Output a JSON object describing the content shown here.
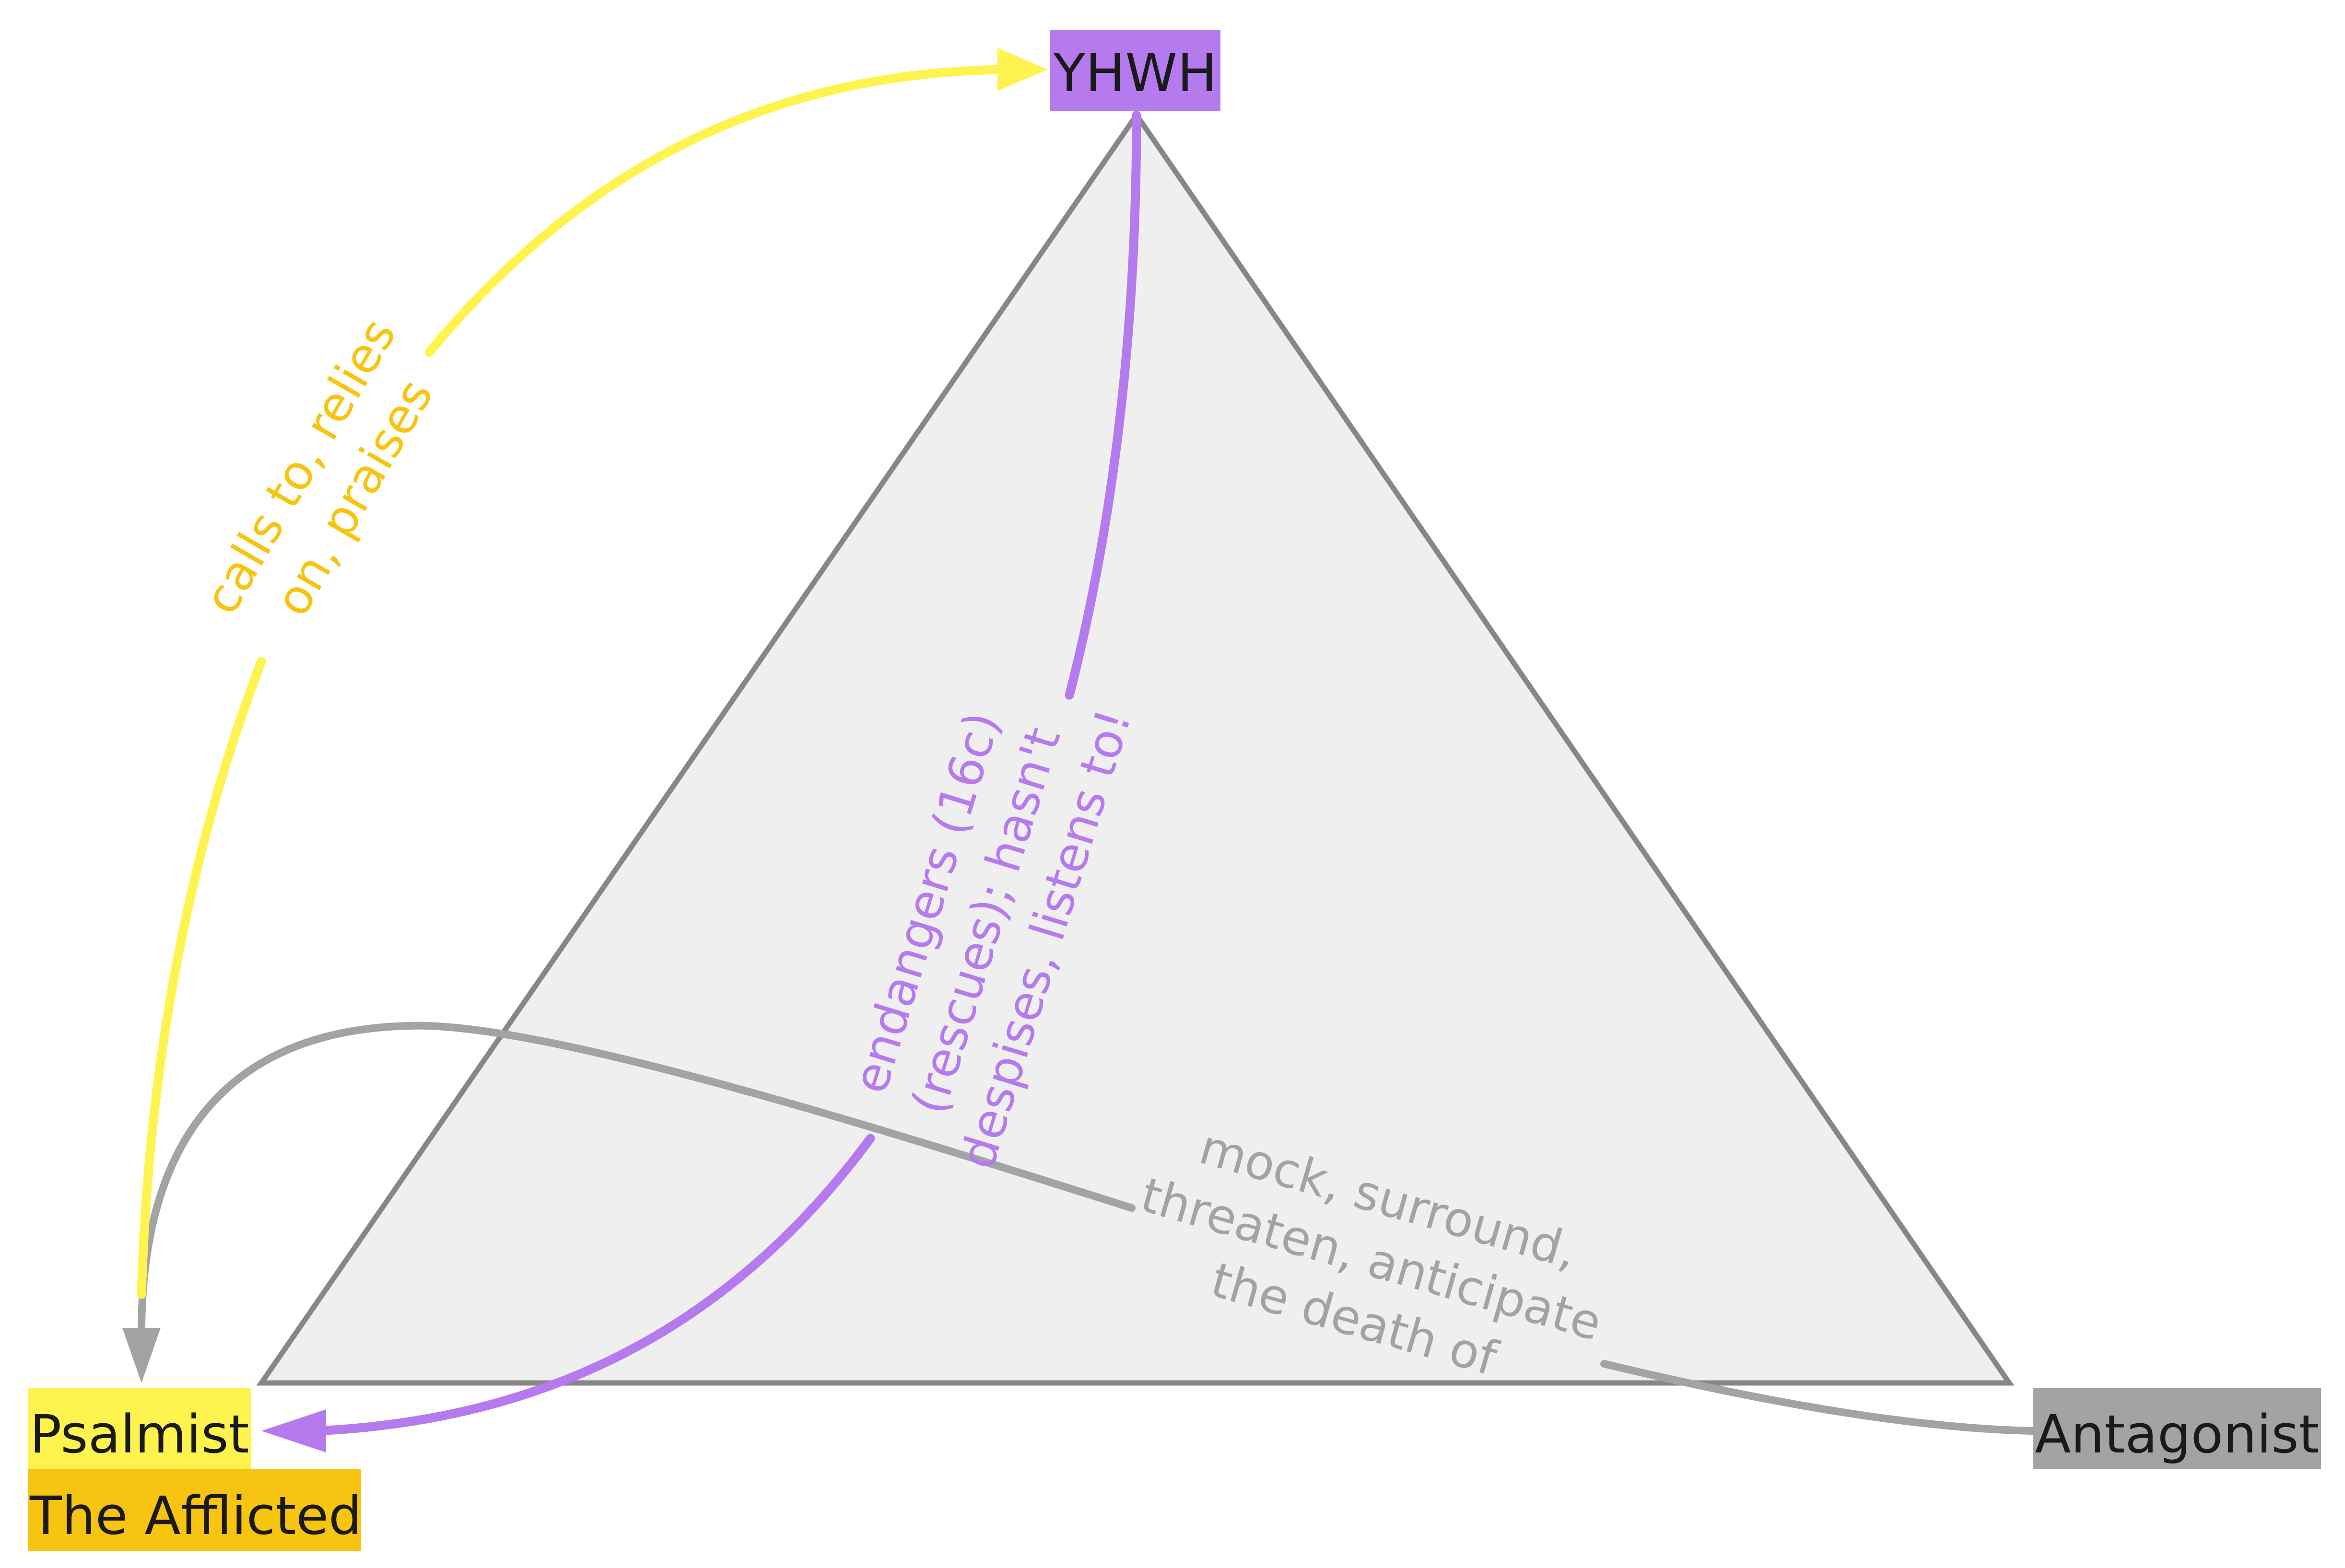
{
  "nodes": {
    "yhwh": {
      "label": "YHWH",
      "color": "#b57bee"
    },
    "psalmist": {
      "label": "Psalmist",
      "color": "#fff44f"
    },
    "afflicted": {
      "label": "The Afflicted",
      "color": "#f7c412"
    },
    "antagonist": {
      "label": "Antagonist",
      "color": "#a3a3a3"
    }
  },
  "edges": {
    "psalmist_to_yhwh": {
      "lines": [
        "calls to, relies",
        "on, praises"
      ],
      "color": "#fff44f",
      "text_color": "#f7c412"
    },
    "yhwh_to_psalmist": {
      "lines": [
        "endangers (16c)",
        "(rescues); hasn't",
        "despises, listens to!"
      ],
      "color": "#b57bee"
    },
    "antagonist_to_psalmist": {
      "lines": [
        "mock, surround,",
        "threaten, anticipate",
        "the death of"
      ],
      "color": "#a3a3a3"
    }
  },
  "triangle": {
    "fill": "#efefef",
    "stroke": "#878787"
  }
}
